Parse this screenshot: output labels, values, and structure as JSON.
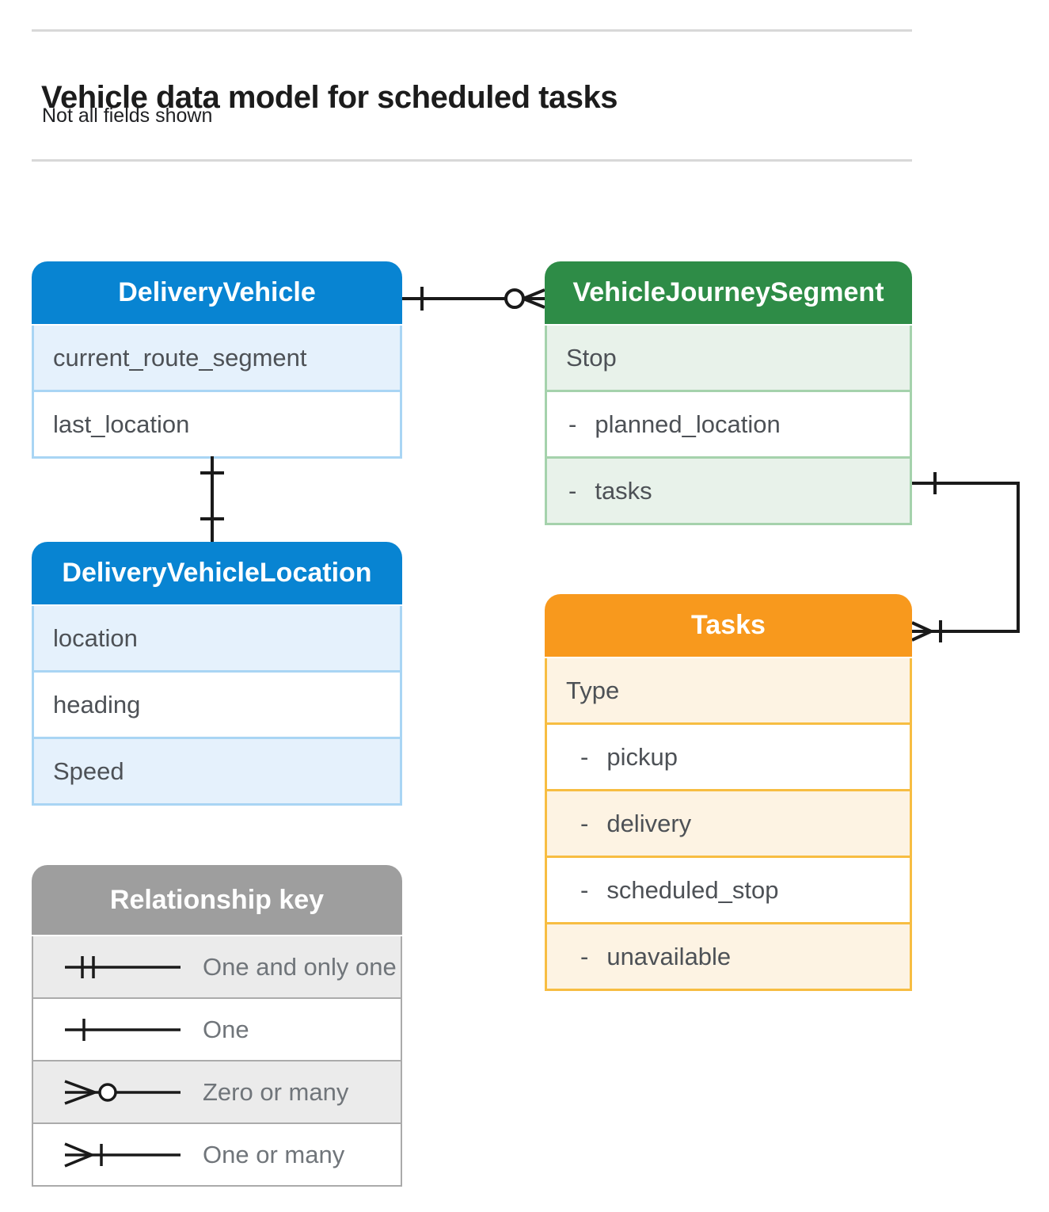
{
  "page": {
    "title": "Vehicle data model for scheduled tasks",
    "subtitle": "Not all fields shown"
  },
  "themes": {
    "blue": {
      "head": "#0884d2",
      "light": "#e5f1fc",
      "bord": "#a9d5f4"
    },
    "green": {
      "head": "#2e8c47",
      "light": "#e8f2ea",
      "bord": "#a5d2ac"
    },
    "orange": {
      "head": "#f8991d",
      "light": "#fdf3e3",
      "bord": "#f7bd42"
    },
    "gray": {
      "head": "#9e9e9e",
      "light": "#ebebeb",
      "bord": "#ababab"
    }
  },
  "entities": [
    {
      "title": "DeliveryVehicle",
      "theme": "blue",
      "rows": [
        {
          "label": "current_route_segment"
        },
        {
          "label": "last_location"
        }
      ]
    },
    {
      "title": "VehicleJourneySegment",
      "theme": "green",
      "rows": [
        {
          "label": "Stop"
        },
        {
          "label": "planned_location",
          "prefix": "-",
          "indent": 1
        },
        {
          "label": "tasks",
          "prefix": "-",
          "indent": 1
        }
      ]
    },
    {
      "title": "DeliveryVehicleLocation",
      "theme": "blue",
      "rows": [
        {
          "label": "location"
        },
        {
          "label": "heading"
        },
        {
          "label": "Speed"
        }
      ]
    },
    {
      "title": "Tasks",
      "theme": "orange",
      "rows": [
        {
          "label": "Type"
        },
        {
          "label": "pickup",
          "prefix": "-",
          "indent": 2
        },
        {
          "label": "delivery",
          "prefix": "-",
          "indent": 2
        },
        {
          "label": "scheduled_stop",
          "prefix": "-",
          "indent": 2
        },
        {
          "label": "unavailable",
          "prefix": "-",
          "indent": 2
        }
      ]
    }
  ],
  "legend": {
    "title": "Relationship key",
    "rows": [
      {
        "label": "One and only one",
        "symbol": "one-and-only-one"
      },
      {
        "label": "One",
        "symbol": "one"
      },
      {
        "label": "Zero or many",
        "symbol": "zero-or-many"
      },
      {
        "label": "One or many",
        "symbol": "one-or-many"
      }
    ]
  },
  "connectors": [
    {
      "from": "DeliveryVehicle",
      "to": "VehicleJourneySegment",
      "from_cardinality": "one",
      "to_cardinality": "zero-or-many"
    },
    {
      "from": "DeliveryVehicle",
      "to": "DeliveryVehicleLocation",
      "from_cardinality": "one",
      "to_cardinality": "one"
    },
    {
      "from": "VehicleJourneySegment.tasks",
      "to": "Tasks",
      "from_cardinality": "one",
      "to_cardinality": "one-or-many"
    }
  ]
}
